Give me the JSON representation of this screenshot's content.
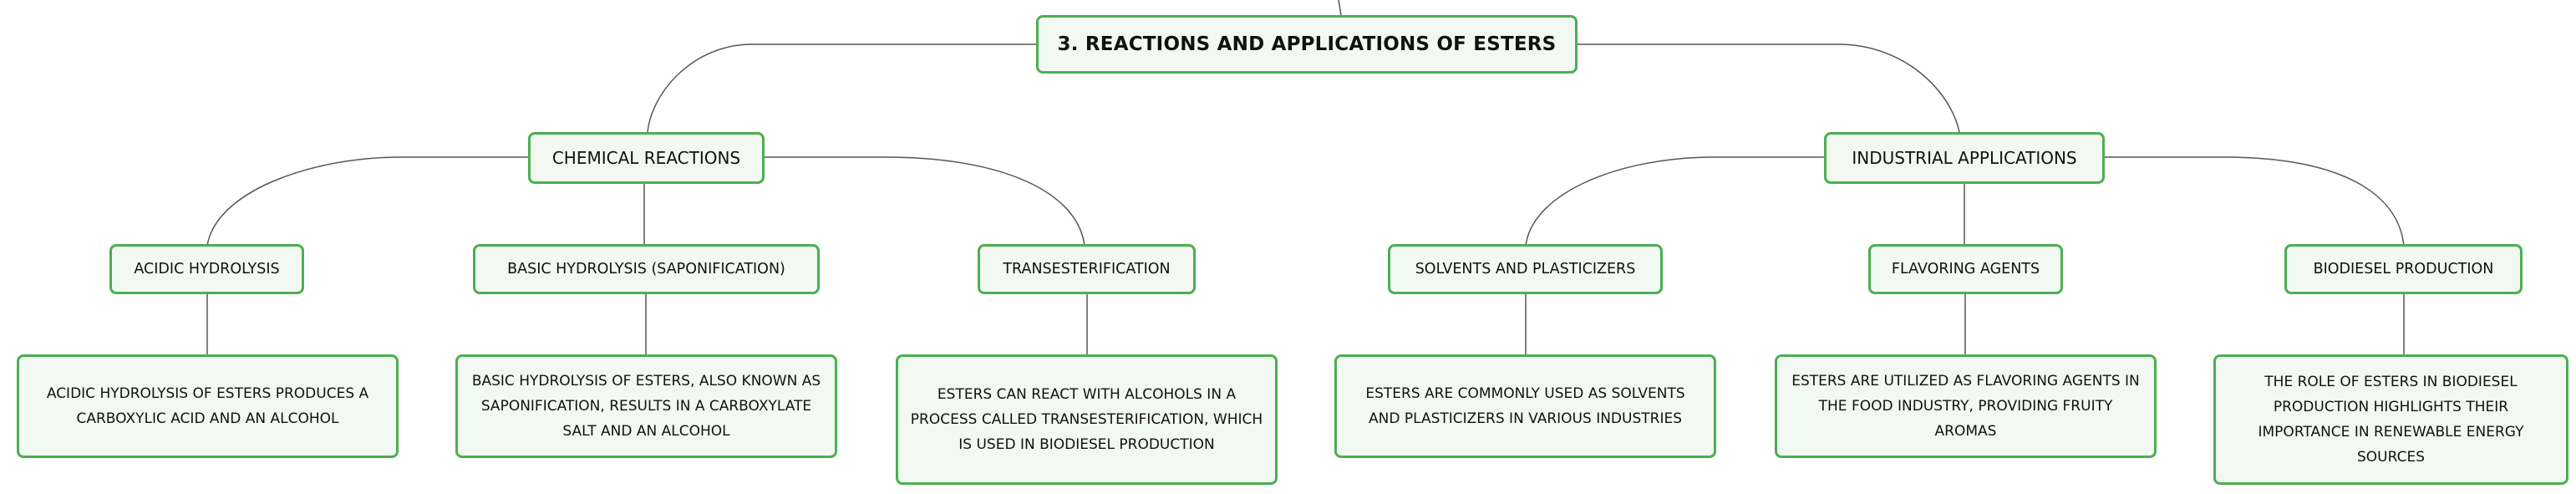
{
  "mindmap": {
    "root": "3. REACTIONS AND APPLICATIONS OF ESTERS",
    "branches": [
      {
        "label": "CHEMICAL REACTIONS",
        "children": [
          {
            "label": "ACIDIC HYDROLYSIS",
            "detail": "ACIDIC HYDROLYSIS OF ESTERS PRODUCES A CARBOXYLIC ACID AND AN ALCOHOL"
          },
          {
            "label": "BASIC HYDROLYSIS (SAPONIFICATION)",
            "detail": "BASIC HYDROLYSIS OF ESTERS, ALSO KNOWN AS SAPONIFICATION, RESULTS IN A CARBOXYLATE SALT AND AN ALCOHOL"
          },
          {
            "label": "TRANSESTERIFICATION",
            "detail": "ESTERS CAN REACT WITH ALCOHOLS IN A PROCESS CALLED TRANSESTERIFICATION, WHICH IS USED IN BIODIESEL PRODUCTION"
          }
        ]
      },
      {
        "label": "INDUSTRIAL APPLICATIONS",
        "children": [
          {
            "label": "SOLVENTS AND PLASTICIZERS",
            "detail": "ESTERS ARE COMMONLY USED AS SOLVENTS AND PLASTICIZERS IN VARIOUS INDUSTRIES"
          },
          {
            "label": "FLAVORING AGENTS",
            "detail": "ESTERS ARE UTILIZED AS FLAVORING AGENTS IN THE FOOD INDUSTRY, PROVIDING FRUITY AROMAS"
          },
          {
            "label": "BIODIESEL PRODUCTION",
            "detail": "THE ROLE OF ESTERS IN BIODIESEL PRODUCTION HIGHLIGHTS THEIR IMPORTANCE IN RENEWABLE ENERGY SOURCES"
          }
        ]
      }
    ]
  },
  "colors": {
    "border": "#4caf50",
    "fill": "#f1f9f2",
    "line": "#555555"
  }
}
